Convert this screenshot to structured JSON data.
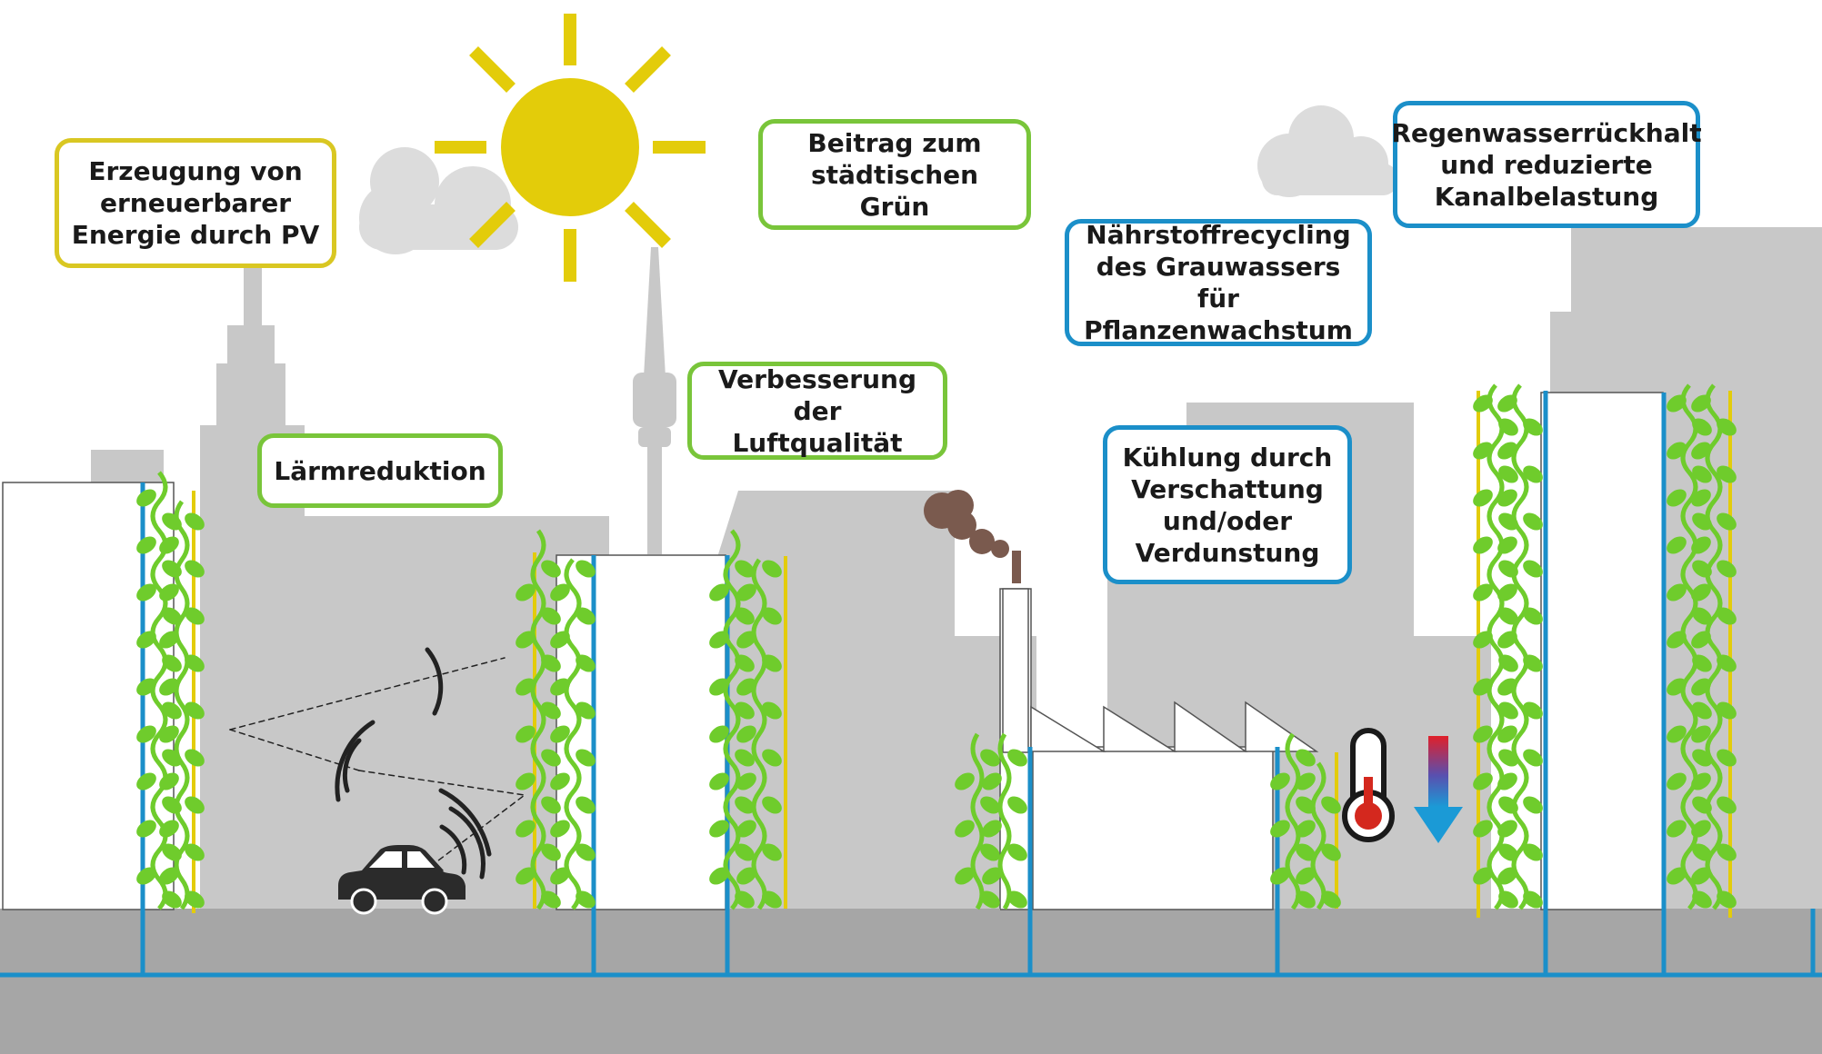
{
  "colors": {
    "sky_background": "#ffffff",
    "skyline_gray": "#c8c8c8",
    "ground_gray": "#a6a6a6",
    "sun_yellow": "#e3cc0a",
    "cloud_gray": "#dcdcdc",
    "pipe_blue": "#1b8fc9",
    "plant_green": "#6fcc2c",
    "box_yellow": "#d9c722",
    "box_green": "#79c53a",
    "box_blue": "#1b8fc9",
    "smoke_brown": "#7a5a4e",
    "car_dark": "#2b2b2b"
  },
  "labels": {
    "pv": "Erzeugung von\nerneuerbarer\nEnergie durch PV",
    "noise": "Lärmreduktion",
    "air": "Verbesserung der\nLuftqualität",
    "green": "Beitrag zum\nstädtischen Grün",
    "nutrient": "Nährstoffrecycling\ndes Grauwassers für\nPflanzenwachstum",
    "rainwater": "Regenwasserrückhalt\nund reduzierte\nKanalbelastung",
    "cooling": "Kühlung durch\nVerschattung\nund/oder\nVerdunstung"
  },
  "icons": {
    "sun": "sun-icon",
    "cloud": "cloud-icon",
    "car": "car-icon",
    "sound_waves": "sound-wave-icon",
    "thermometer": "thermometer-icon",
    "cooling_arrow": "temperature-down-arrow-icon",
    "smoke": "smoke-icon",
    "factory": "factory-icon",
    "tv_tower": "tv-tower-icon"
  }
}
